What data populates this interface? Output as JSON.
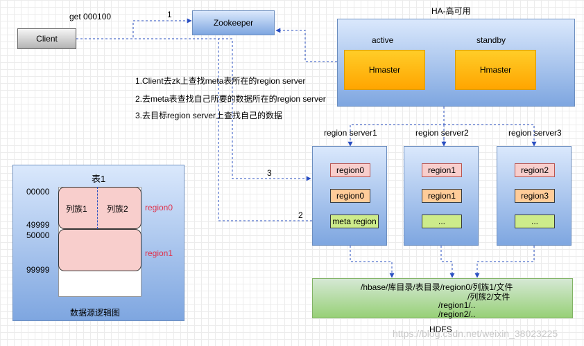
{
  "client": {
    "label": "Client"
  },
  "get_label": "get  000100",
  "zookeeper": {
    "label": "Zookeeper",
    "arrow_label": "1"
  },
  "ha": {
    "title": "HA-高可用",
    "active_label": "active",
    "standby_label": "standby",
    "active_hmaster": "Hmaster",
    "standby_hmaster": "Hmaster"
  },
  "steps": [
    "1.Client去zk上查找meta表所在的region server",
    "2.去meta表查找自己所要的数据所在的region server",
    "3.去目标region server上查找自己的数据"
  ],
  "arrow_labels": {
    "step2": "2",
    "step3": "3"
  },
  "region_servers": [
    {
      "label": "region  server1",
      "regions": [
        "region0",
        "region0",
        "meta region"
      ]
    },
    {
      "label": "region  server2",
      "regions": [
        "region1",
        "region1",
        "..."
      ]
    },
    {
      "label": "region  server3",
      "regions": [
        "region2",
        "region3",
        "..."
      ]
    }
  ],
  "table": {
    "title": "表1",
    "caption": "数据源逻辑图",
    "row_keys": [
      "00000",
      "49999",
      "50000",
      "99999"
    ],
    "column_families": [
      "列族1",
      "列族2"
    ],
    "regions": [
      "region0",
      "region1"
    ]
  },
  "hdfs": {
    "label": "HDFS",
    "lines": [
      "/hbase/库目录/表目录/region0/列族1/文件",
      "/列族2/文件",
      "/region1/..",
      "/region2/.."
    ]
  },
  "watermark": "https://blog.csdn.net/weixin_38023225",
  "colors": {
    "blue_top": "#dae8fc",
    "blue_bottom": "#7ea6e0",
    "hmaster": "#ffa500",
    "region_pink": "#f8cecc",
    "region_orange": "#ffcc99",
    "region_green": "#cdeb8b",
    "hdfs_green": "#97d077",
    "arrow_blue": "#2a4fc2",
    "region_text_red": "#e0304a"
  }
}
